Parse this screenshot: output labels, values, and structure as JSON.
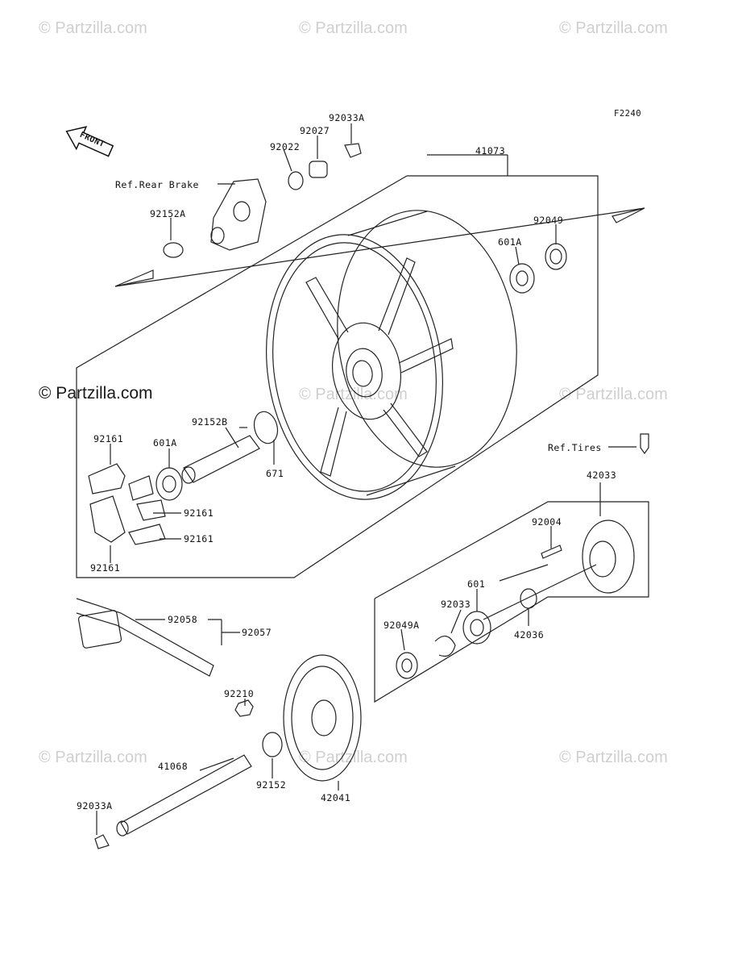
{
  "watermarks": {
    "top_left": "© Partzilla.com",
    "top_center": "© Partzilla.com",
    "top_right": "© Partzilla.com",
    "mid_left": "© Partzilla.com",
    "mid_center": "© Partzilla.com",
    "mid_right": "© Partzilla.com",
    "bot_left": "© Partzilla.com",
    "bot_center": "© Partzilla.com",
    "bot_right": "© Partzilla.com"
  },
  "figure_code": "F2240",
  "front_label": "FRONT",
  "labels": {
    "p41073": "41073",
    "p92033A_top": "92033A",
    "p92027": "92027",
    "p92022": "92022",
    "ref_rear_brake": "Ref.Rear Brake",
    "p92152A": "92152A",
    "p92049": "92049",
    "p601A_top": "601A",
    "p92152B": "92152B",
    "p671": "671",
    "p92161_a": "92161",
    "p601A_left": "601A",
    "p92161_b": "92161",
    "p92161_c": "92161",
    "p92161_d": "92161",
    "ref_tires": "Ref.Tires",
    "p42033": "42033",
    "p92004": "92004",
    "p92058": "92058",
    "p92057": "92057",
    "p92033": "92033",
    "p601": "601",
    "p92049A": "92049A",
    "p42036": "42036",
    "p92210": "92210",
    "p41068": "41068",
    "p92152": "92152",
    "p42041": "42041",
    "p92033A_bot": "92033A"
  },
  "colors": {
    "line": "#222222",
    "watermark": "#cfcfcf"
  }
}
